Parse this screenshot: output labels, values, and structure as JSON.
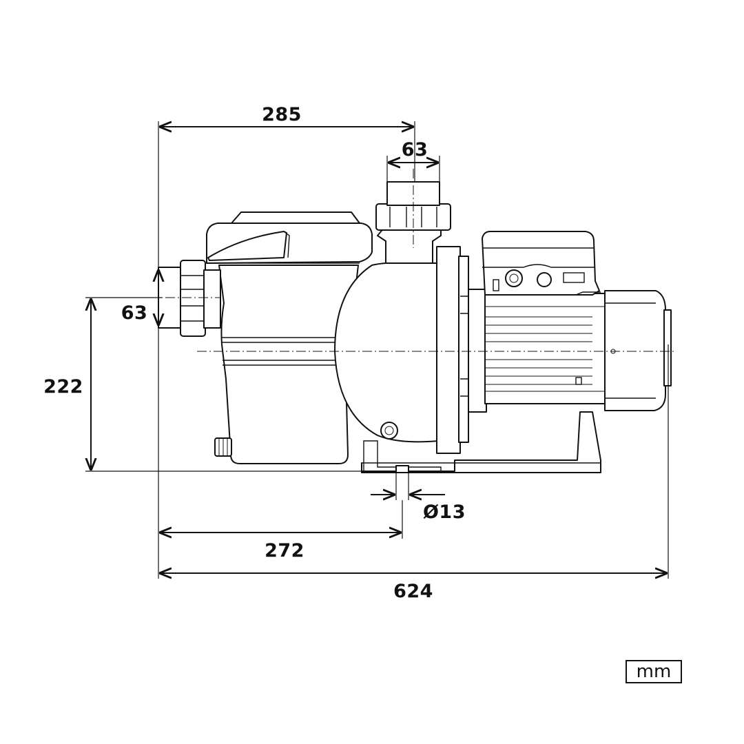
{
  "dimensions": {
    "overall_height_top": "285",
    "outlet_diameter": "63",
    "inlet_diameter": "63",
    "axis_height": "222",
    "hole_diameter": "Ø13",
    "inlet_to_foot": "272",
    "overall_length": "624"
  },
  "unit": "mm",
  "colors": {
    "line": "#111111",
    "background": "#ffffff"
  }
}
